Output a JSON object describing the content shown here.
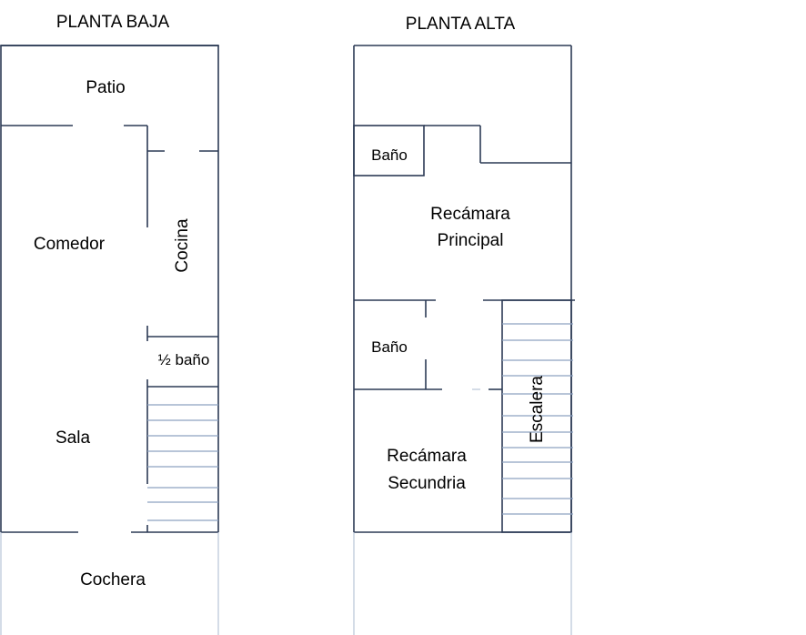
{
  "ground_floor": {
    "title": "PLANTA BAJA",
    "rooms": {
      "patio": "Patio",
      "comedor": "Comedor",
      "cocina": "Cocina",
      "medio_bano": "½ baño",
      "sala": "Sala",
      "cochera": "Cochera"
    }
  },
  "upper_floor": {
    "title": "PLANTA ALTA",
    "rooms": {
      "bano1": "Baño",
      "recamara_principal_1": "Recámara",
      "recamara_principal_2": "Principal",
      "bano2": "Baño",
      "recamara_secundaria_1": "Recámara",
      "recamara_secundaria_2": "Secundria",
      "escalera": "Escalera"
    }
  }
}
